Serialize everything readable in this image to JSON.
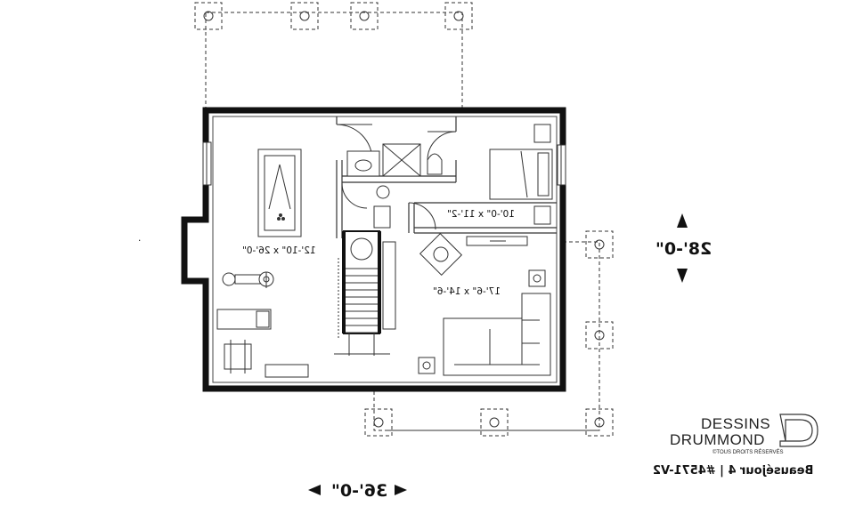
{
  "plan": {
    "width_dimension": "36'-0\"",
    "depth_dimension": "28'-0\"",
    "rooms": [
      {
        "label": "12'-10\" x 26'-0\""
      },
      {
        "label": "10'-0\" x 11'-2\""
      },
      {
        "label": "17'-6\" x 14'-6\""
      }
    ]
  },
  "brand": {
    "line1": "DESSINS",
    "line2": "DRUMMOND",
    "rights": "©TOUS DROITS RÉSERVÉS",
    "caption": "Beauséjour 4 | #4571-V2"
  }
}
